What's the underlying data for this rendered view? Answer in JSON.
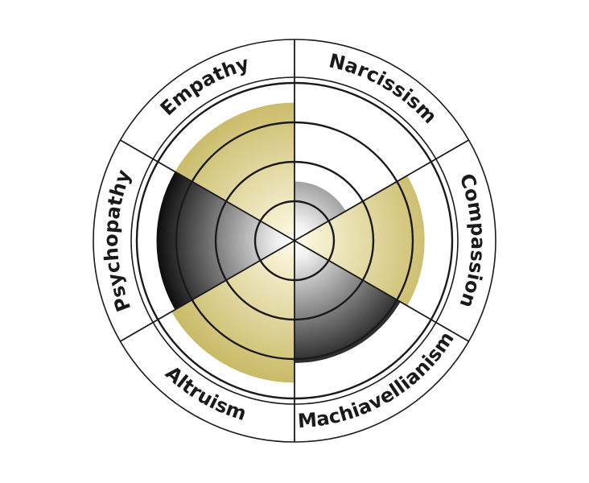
{
  "chart_data": {
    "type": "radial-bar",
    "title": "",
    "rings": 4,
    "categories": [
      "Narcissism",
      "Compassion",
      "Machiavellianism",
      "Altruism",
      "Psychopathy",
      "Empathy"
    ],
    "values": [
      1.5,
      3.3,
      3.1,
      3.6,
      3.5,
      3.5
    ],
    "max": 4.5,
    "series": [
      {
        "category": "Narcissism",
        "value": 1.5,
        "group": "dark"
      },
      {
        "category": "Compassion",
        "value": 3.3,
        "group": "light"
      },
      {
        "category": "Machiavellianism",
        "value": 3.1,
        "group": "dark"
      },
      {
        "category": "Altruism",
        "value": 3.6,
        "group": "light"
      },
      {
        "category": "Psychopathy",
        "value": 3.5,
        "group": "dark"
      },
      {
        "category": "Empathy",
        "value": 3.5,
        "group": "light"
      }
    ],
    "colors": {
      "dark": "#000000",
      "light": "#c8b965",
      "center": "#ffffff",
      "lines": "#1a1a1a"
    }
  }
}
